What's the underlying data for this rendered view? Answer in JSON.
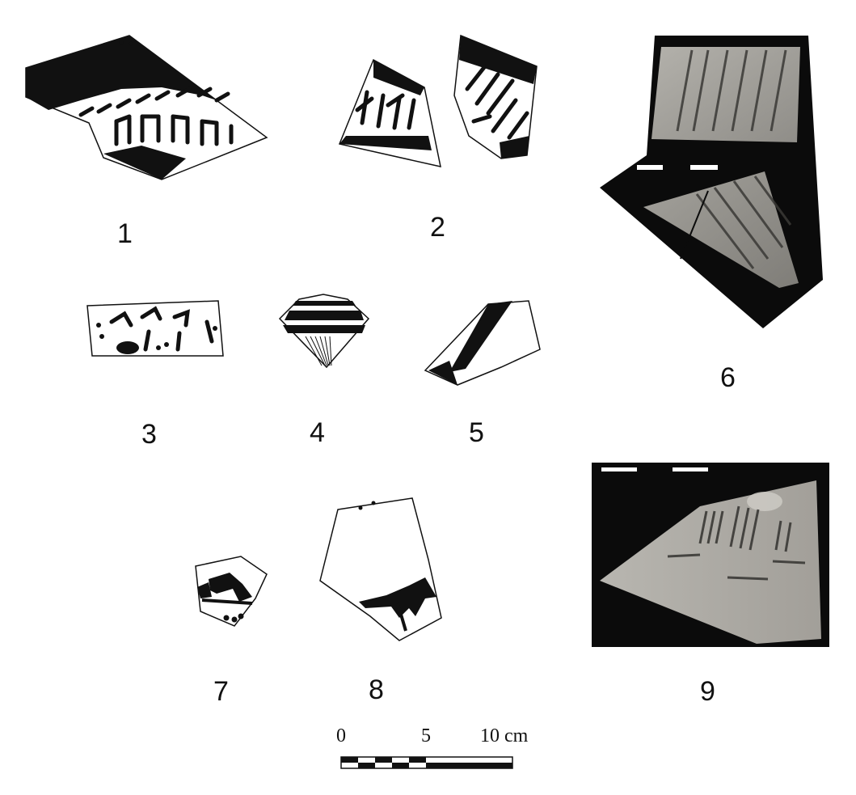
{
  "figure": {
    "fragments": [
      {
        "id": "sherd-1",
        "label": "1",
        "kind": "drawing"
      },
      {
        "id": "sherd-2",
        "label": "2",
        "kind": "drawing"
      },
      {
        "id": "sherd-3",
        "label": "3",
        "kind": "drawing"
      },
      {
        "id": "sherd-4",
        "label": "4",
        "kind": "drawing"
      },
      {
        "id": "sherd-5",
        "label": "5",
        "kind": "drawing"
      },
      {
        "id": "sherd-6",
        "label": "6",
        "kind": "photo"
      },
      {
        "id": "sherd-7",
        "label": "7",
        "kind": "drawing"
      },
      {
        "id": "sherd-8",
        "label": "8",
        "kind": "drawing"
      },
      {
        "id": "sherd-9",
        "label": "9",
        "kind": "photo"
      }
    ],
    "scale_bar": {
      "labels": [
        "0",
        "5",
        "10 cm"
      ]
    },
    "colors": {
      "ink": "#111111",
      "paper": "#ffffff",
      "photo_sherd": "#a9a7a2",
      "photo_bg": "#0b0b0b"
    }
  }
}
